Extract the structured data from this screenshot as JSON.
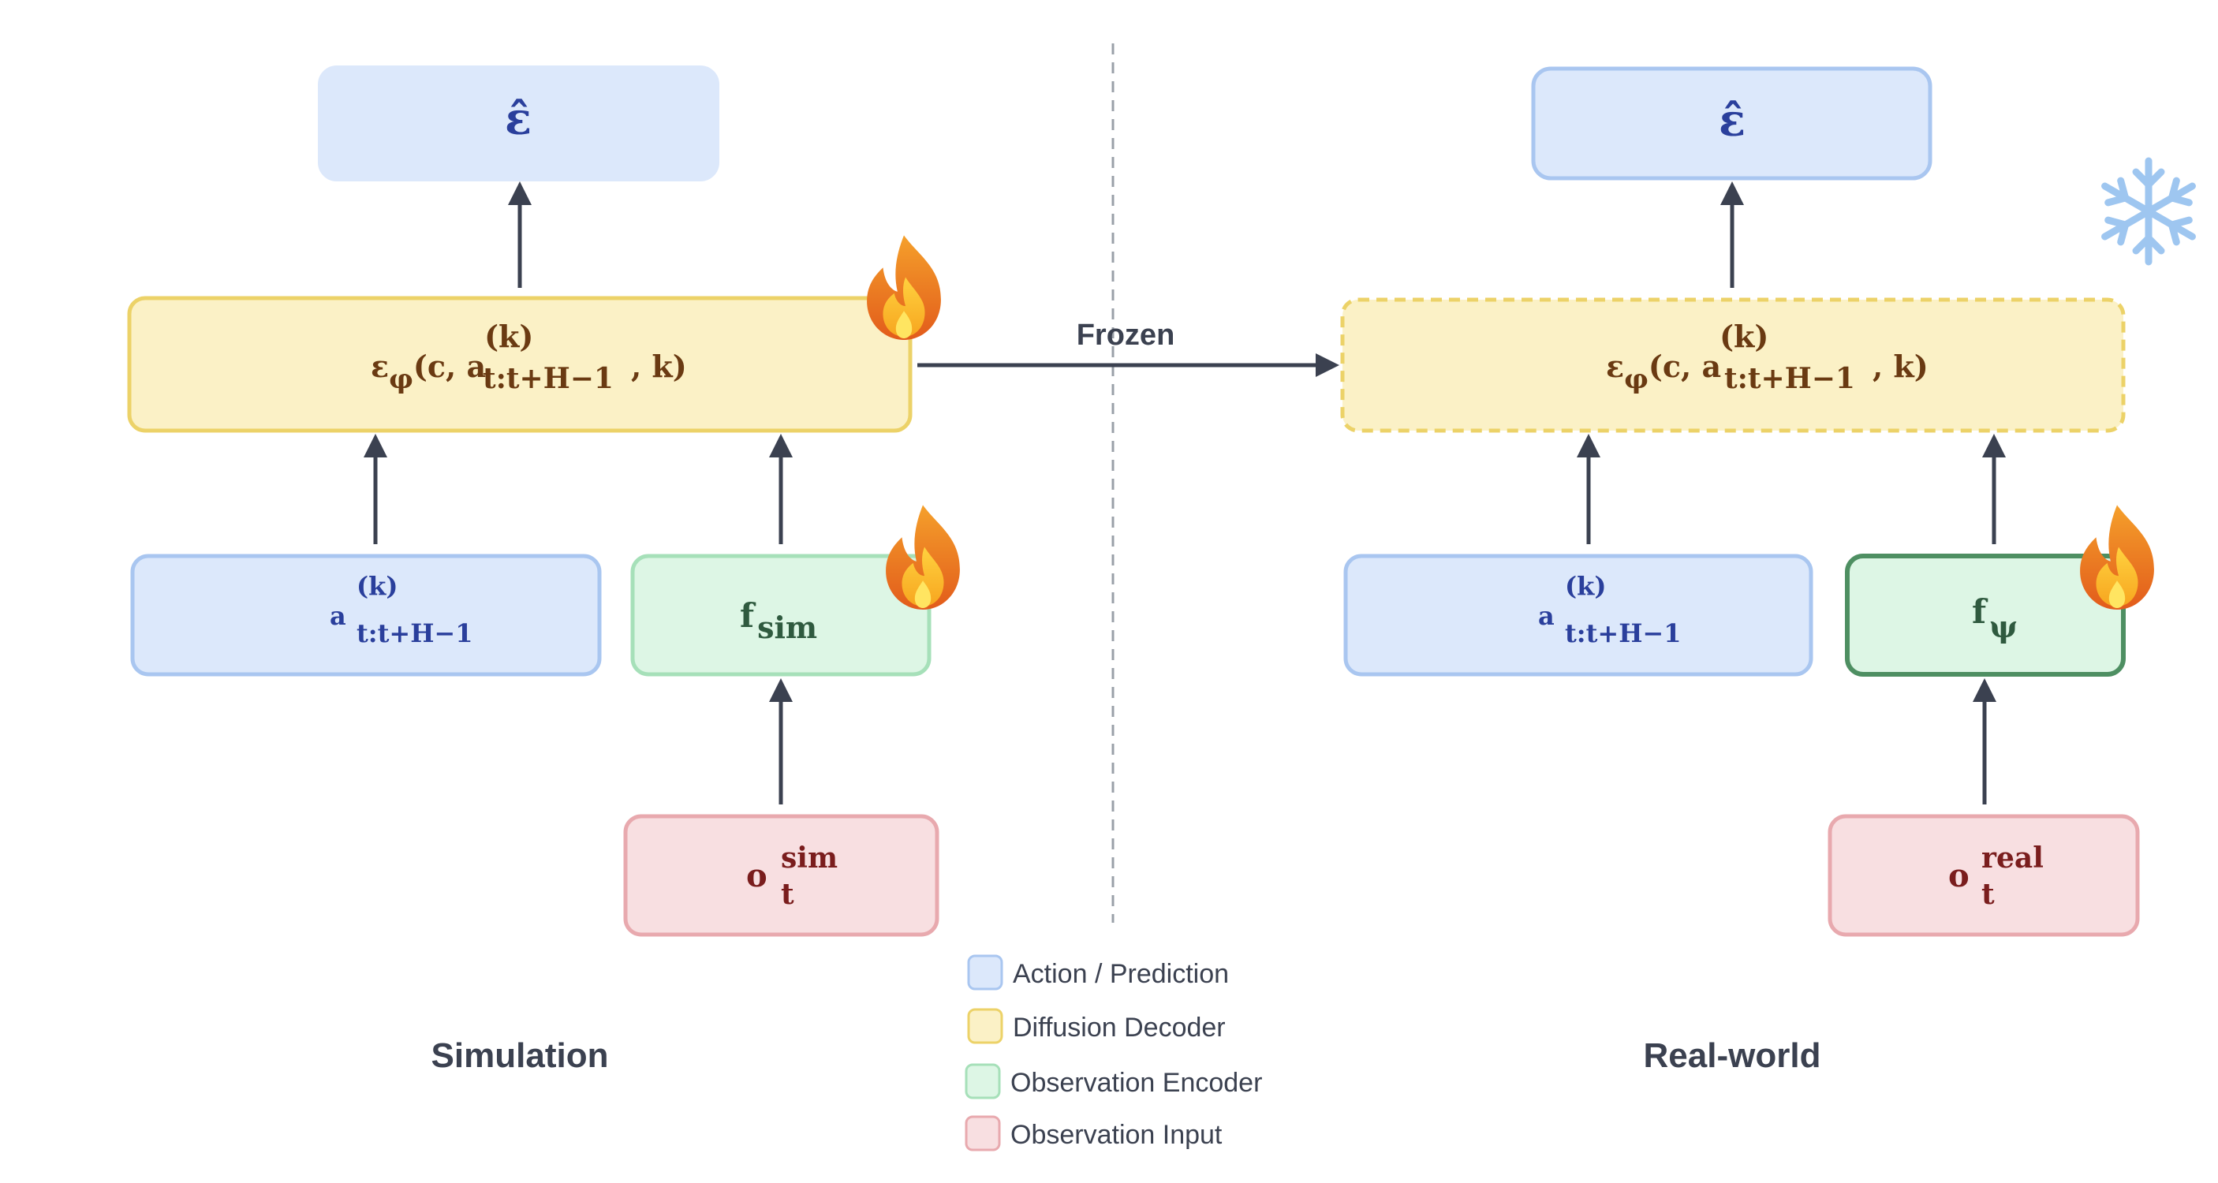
{
  "sections": {
    "left_title": "Simulation",
    "right_title": "Real-world",
    "arrow_label": "Frozen"
  },
  "math": {
    "eps_hat": "ε̂",
    "decoder": {
      "base": "ε",
      "sub_phi": "φ",
      "args_open": "(c,  a",
      "sup_k": "(k)",
      "sub_range": "t:t+H−1",
      "args_close": ", k)"
    },
    "action": {
      "base": "a",
      "sup_k": "(k)",
      "sub_range": "t:t+H−1"
    },
    "enc_sim": {
      "base": "f",
      "sub": "sim"
    },
    "enc_real": {
      "base": "f",
      "sub": "ψ"
    },
    "obs_sim": {
      "base": "o",
      "sup": "sim",
      "sub": "t"
    },
    "obs_real": {
      "base": "o",
      "sup": "real",
      "sub": "t"
    }
  },
  "legend": [
    {
      "label": "Action / Prediction",
      "fill": "#dce8fb",
      "stroke": "#a9c6f0"
    },
    {
      "label": "Diffusion Decoder",
      "fill": "#fbf1c6",
      "stroke": "#ecd268"
    },
    {
      "label": "Observation Encoder",
      "fill": "#ddf6e5",
      "stroke": "#a6e0b9"
    },
    {
      "label": "Observation Input",
      "fill": "#f8dfe1",
      "stroke": "#e8a9ae"
    }
  ],
  "icons": {
    "trainable": "flame-icon",
    "frozen": "snowflake-icon"
  },
  "colors": {
    "action_fill": "#dce8fb",
    "action_stroke": "#a9c6f0",
    "action_text": "#2a3f9c",
    "decoder_fill": "#fbf1c6",
    "decoder_stroke": "#ecd268",
    "decoder_text": "#6a3a12",
    "encoder_fill": "#ddf6e5",
    "encoder_stroke": "#a6e0b9",
    "encoder_stroke_real": "#4e8f62",
    "encoder_text": "#2f5a3f",
    "obs_fill": "#f8dfe1",
    "obs_stroke": "#e8a9ae",
    "obs_text": "#7a1d1d",
    "arrow": "#3b4150",
    "title_text": "#3b4150",
    "snowflake": "#9ec6f0"
  }
}
